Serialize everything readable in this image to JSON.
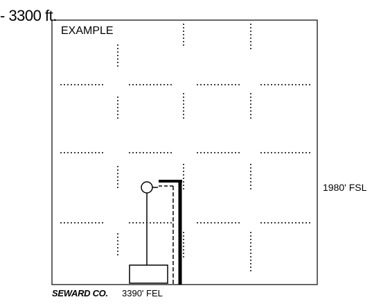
{
  "labels": {
    "distance": "- 3300 ft.",
    "example": "EXAMPLE",
    "fsl": "1980' FSL",
    "county": "SEWARD CO.",
    "fel": "3390' FEL"
  },
  "colors": {
    "line": "#000000",
    "background": "#ffffff"
  }
}
